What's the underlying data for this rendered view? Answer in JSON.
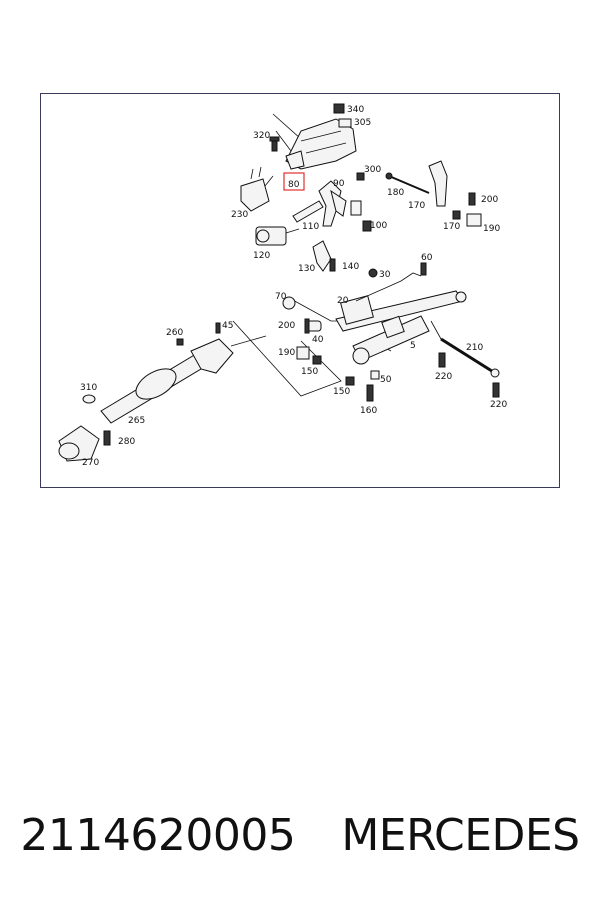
{
  "footer": {
    "part_number": "2114620005",
    "brand": "MERCEDES"
  },
  "diagram": {
    "highlight_color": "#e03030",
    "highlighted_callout": "80",
    "callouts": {
      "c340": "340",
      "c305": "305",
      "c320": "320",
      "c300": "300",
      "c80": "80",
      "c90": "90",
      "c180": "180",
      "c170a": "170",
      "c200a": "200",
      "c230": "230",
      "c110": "110",
      "c100": "100",
      "c170b": "170",
      "c190a": "190",
      "c120": "120",
      "c60": "60",
      "c130": "130",
      "c140": "140",
      "c30": "30",
      "c70": "70",
      "c20": "20",
      "c260": "260",
      "c45": "45",
      "c200b": "200",
      "c40": "40",
      "c190b": "190",
      "c210": "210",
      "c5": "5",
      "c150a": "150",
      "c220a": "220",
      "c50": "50",
      "c310": "310",
      "c150b": "150",
      "c220b": "220",
      "c160": "160",
      "c265": "265",
      "c280": "280",
      "c270": "270"
    }
  }
}
